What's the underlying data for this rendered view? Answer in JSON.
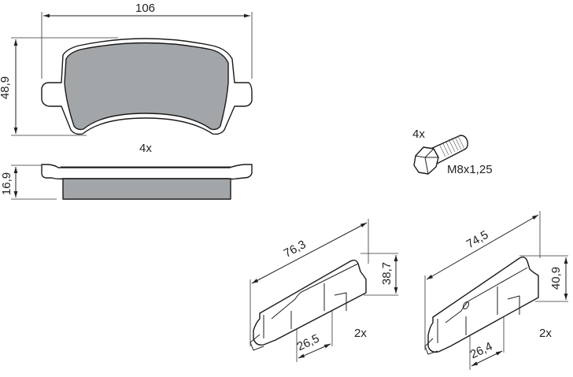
{
  "diagram": {
    "type": "technical-drawing",
    "subject": "brake pad set with accessories",
    "colors": {
      "friction_material": "#a3a6a9",
      "line": "#1a1a1a",
      "background": "#ffffff"
    }
  },
  "pad": {
    "width_label": "106",
    "height_label": "48,9",
    "thickness_label": "16,9",
    "quantity_label": "4x"
  },
  "bolt": {
    "quantity_label": "4x",
    "thread_label": "M8x1,25"
  },
  "spring_left": {
    "length_label": "76,3",
    "height_label": "38,7",
    "spacing_label": "26,5",
    "quantity_label": "2x"
  },
  "spring_right": {
    "length_label": "74,5",
    "height_label": "40,9",
    "spacing_label": "26,4",
    "quantity_label": "2x"
  }
}
